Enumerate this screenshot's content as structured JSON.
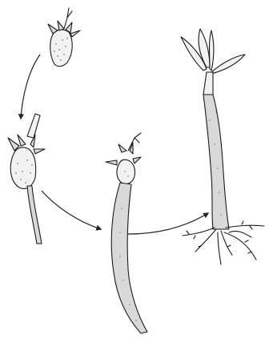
{
  "figure": {
    "stages": [
      {
        "id": "propagule-fruit"
      },
      {
        "id": "germinating-fruit"
      },
      {
        "id": "elongated-hypocotyl"
      },
      {
        "id": "established-seedling"
      }
    ],
    "arrows": [
      {
        "from": "propagule-fruit",
        "to": "germinating-fruit"
      },
      {
        "from": "germinating-fruit",
        "to": "elongated-hypocotyl"
      },
      {
        "from": "elongated-hypocotyl",
        "to": "established-seedling"
      }
    ]
  }
}
